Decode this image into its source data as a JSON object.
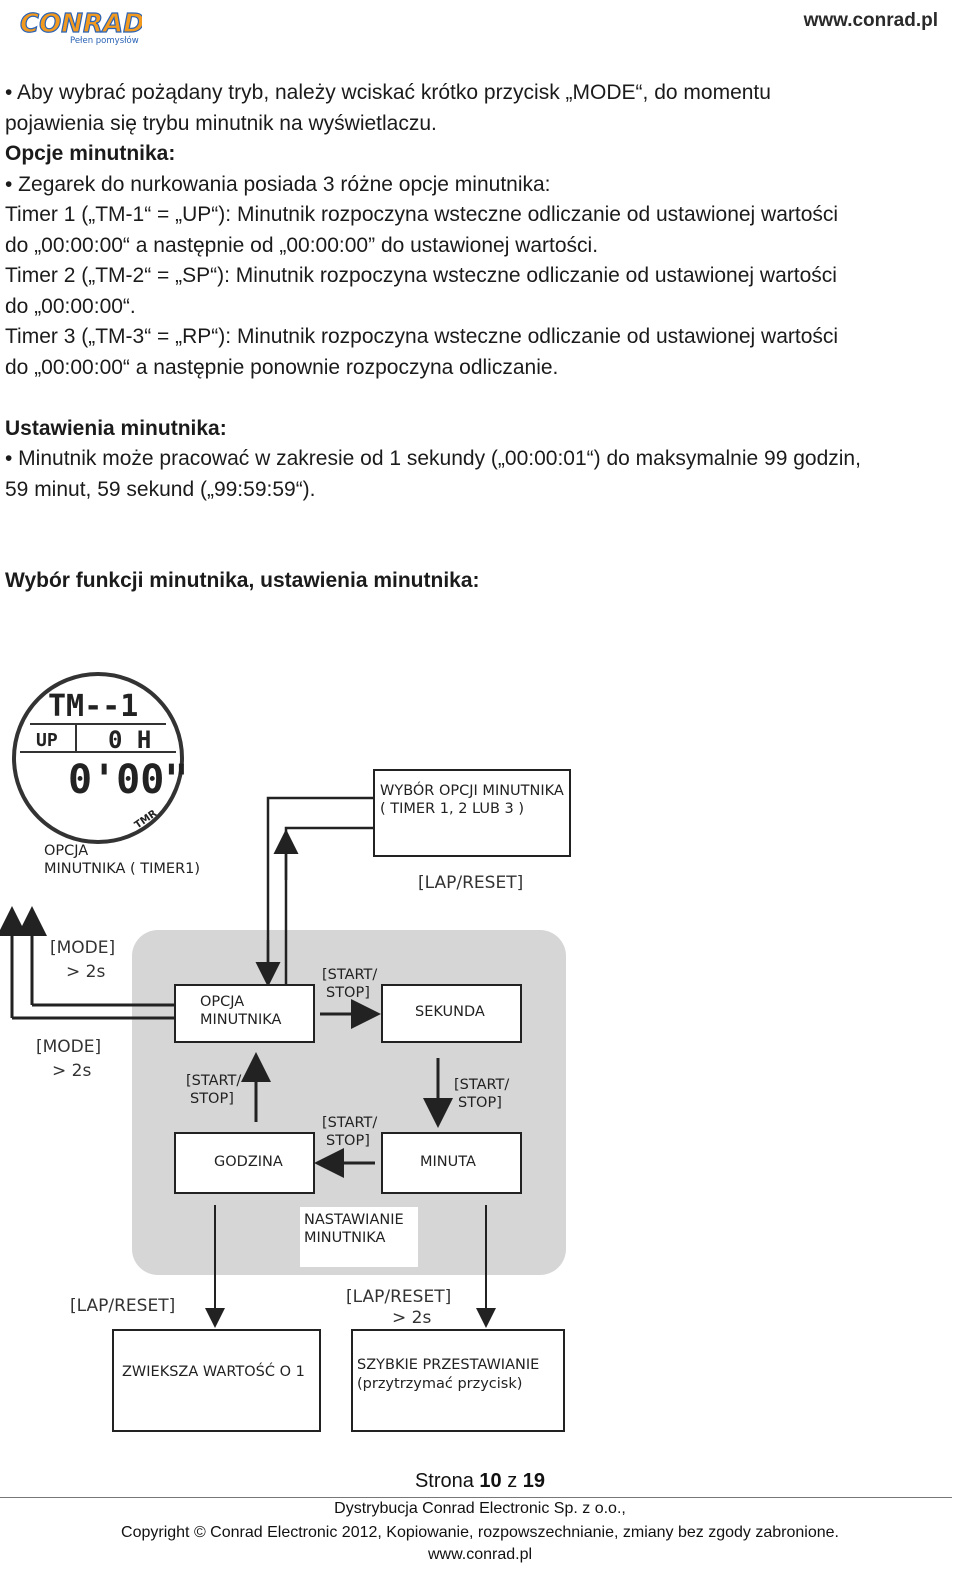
{
  "header": {
    "logo_text": "CONRAD",
    "logo_tagline": "Pełen pomysłów",
    "site_url": "www.conrad.pl"
  },
  "body": {
    "p1_line1": "• Aby wybrać pożądany tryb, należy wciskać krótko przycisk „MODE“, do momentu",
    "p1_line2": "pojawienia się trybu minutnik na wyświetlaczu.",
    "heading_options": "Opcje minutnika:",
    "p2_line1": "• Zegarek do nurkowania posiada 3 różne opcje minutnika:",
    "p3_line1": "Timer 1 („TM-1“ = „UP“): Minutnik rozpoczyna wsteczne odliczanie od ustawionej wartości",
    "p3_line2": "do „00:00:00“ a następnie od „00:00:00” do ustawionej  wartości.",
    "p4_line1": "Timer 2 („TM-2“ = „SP“): Minutnik rozpoczyna wsteczne odliczanie od ustawionej wartości",
    "p4_line2": "do „00:00:00“.",
    "p5_line1": "Timer 3 („TM-3“ = „RP“): Minutnik rozpoczyna wsteczne odliczanie od ustawionej wartości",
    "p5_line2": "do „00:00:00“ a następnie ponownie rozpoczyna odliczanie.",
    "heading_settings": "Ustawienia minutnika:",
    "p6_line1": "• Minutnik może pracować w zakresie od 1 sekundy („00:00:01“) do maksymalnie 99 godzin,",
    "p6_line2": "59 minut, 59 sekund („99:59:59“).",
    "heading_diagram": "Wybór funkcji minutnika, ustawienia minutnika:"
  },
  "diagram": {
    "watch_display": {
      "line1": "TM--1",
      "mode": "UP",
      "hours": "0 H",
      "minutes": "0'00\"",
      "badge": "TMR"
    },
    "option_caption": [
      "OPCJA",
      "MINUTNIKA ( TIMER1)"
    ],
    "select_box": [
      "WYBÓR OPCJI MINUTNIKA",
      "( TIMER 1, 2 LUB 3 )"
    ],
    "lap_reset_top": "[LAP/RESET]",
    "mode_1": [
      "[MODE]",
      "> 2s"
    ],
    "mode_2": [
      "[MODE]",
      "> 2s"
    ],
    "box_option": [
      "OPCJA",
      "MINUTNIKA"
    ],
    "start_stop_1": [
      "[START/",
      "STOP]"
    ],
    "box_second": "SEKUNDA",
    "start_stop_2": [
      "[START/",
      "STOP]"
    ],
    "start_stop_3": [
      "[START/",
      "STOP]"
    ],
    "start_stop_4": [
      "[START/",
      "STOP]"
    ],
    "box_hour": "GODZINA",
    "box_minute": "MINUTA",
    "setting_label": [
      "NASTAWIANIE",
      "MINUTNIKA"
    ],
    "lap_reset_left": "[LAP/RESET]",
    "lap_reset_right": [
      "[LAP/RESET]",
      "> 2s"
    ],
    "box_increase": "ZWIEKSZA WARTOŚĆ O 1",
    "box_fast": [
      "SZYBKIE PRZESTAWIANIE",
      "(przytrzymać przycisk)"
    ]
  },
  "footer": {
    "page_prefix": "Strona ",
    "page_current": "10",
    "page_mid": " z ",
    "page_total": "19",
    "distribution": "Dystrybucja Conrad Electronic Sp. z o.o.,",
    "copyright": "Copyright © Conrad Electronic 2012, Kopiowanie, rozpowszechnianie, zmiany bez zgody zabronione.",
    "url": "www.conrad.pl"
  },
  "colors": {
    "logo_blue": "#2b63b5",
    "logo_orange": "#f29a1f",
    "diagram_panel": "#d6d6d6"
  }
}
